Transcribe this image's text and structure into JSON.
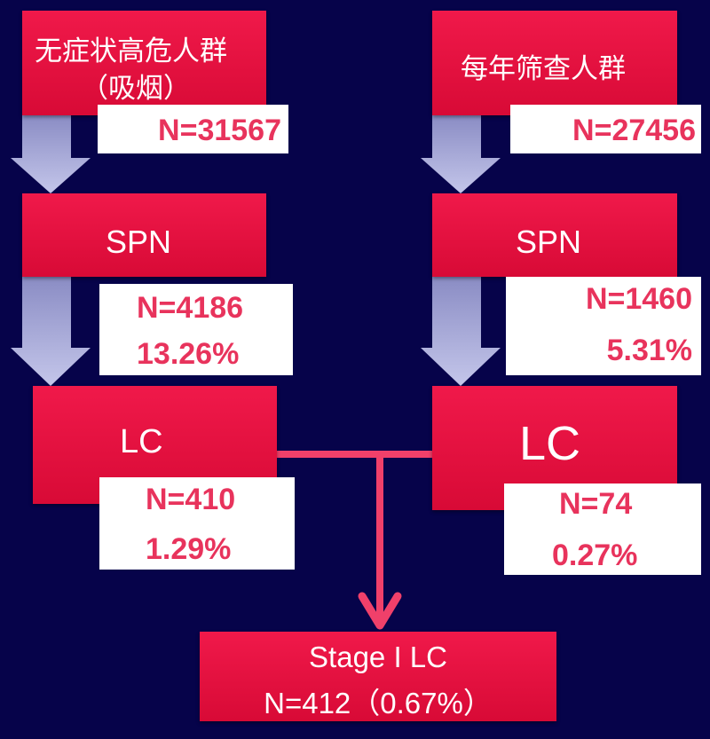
{
  "left": {
    "top": {
      "line1": "无症状高危人群",
      "line2": "（吸烟）",
      "n": "N=31567"
    },
    "spn": {
      "label": "SPN",
      "n": "N=4186",
      "pct": "13.26%"
    },
    "lc": {
      "label": "LC",
      "n": "N=410",
      "pct": "1.29%"
    }
  },
  "right": {
    "top": {
      "line1": "每年筛查人群",
      "n": "N=27456"
    },
    "spn": {
      "label": "SPN",
      "n": "N=1460",
      "pct": "5.31%"
    },
    "lc": {
      "label": "LC",
      "n": "N=74",
      "pct": "0.27%"
    }
  },
  "result": {
    "line1": "Stage I LC",
    "line2": "N=412（0.67%）"
  },
  "colors": {
    "background": "#06034a",
    "box": "#e0103a",
    "accent_text": "#e8335c",
    "arrow": "#a6a8d6",
    "connector": "#f0406a"
  }
}
